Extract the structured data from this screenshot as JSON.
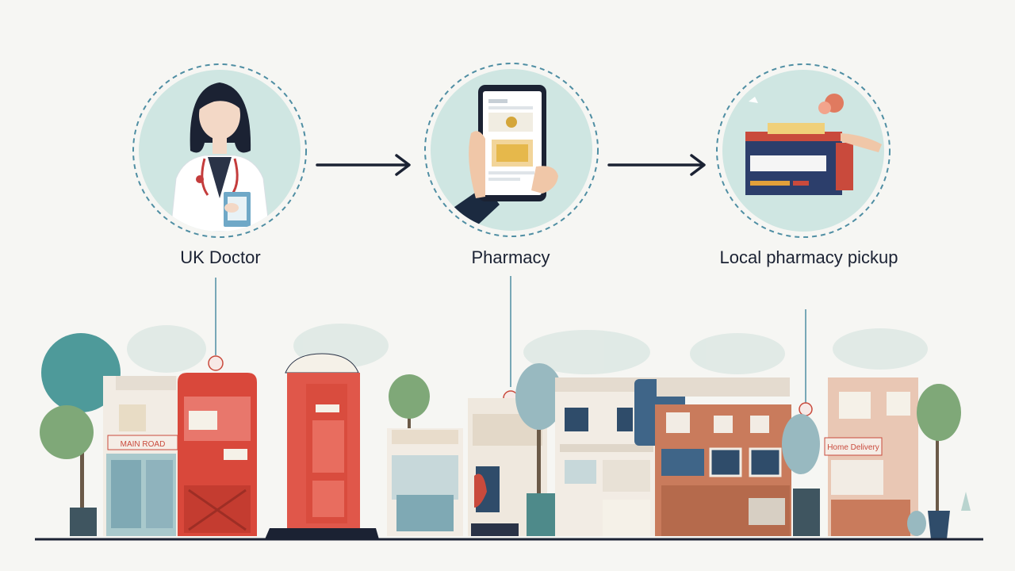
{
  "steps": [
    {
      "label": "UK Doctor",
      "icon": "doctor-icon"
    },
    {
      "label": "Pharmacy",
      "icon": "tablet-prescription-icon"
    },
    {
      "label": "Local pharmacy pickup",
      "icon": "pharmacy-counter-icon"
    }
  ],
  "street_signs": {
    "shop_left": "MAIN ROAD",
    "shop_right": "Home Delivery"
  },
  "colors": {
    "background": "#f6f6f3",
    "circle_fill": "#cfe6e2",
    "circle_dash": "#4f8ea3",
    "navy": "#1b2233",
    "post_box_red": "#d9483b",
    "phone_box_red": "#e0574a",
    "brick": "#c97b5c",
    "tree_teal": "#4e9a9a",
    "tree_green": "#7fa878"
  }
}
